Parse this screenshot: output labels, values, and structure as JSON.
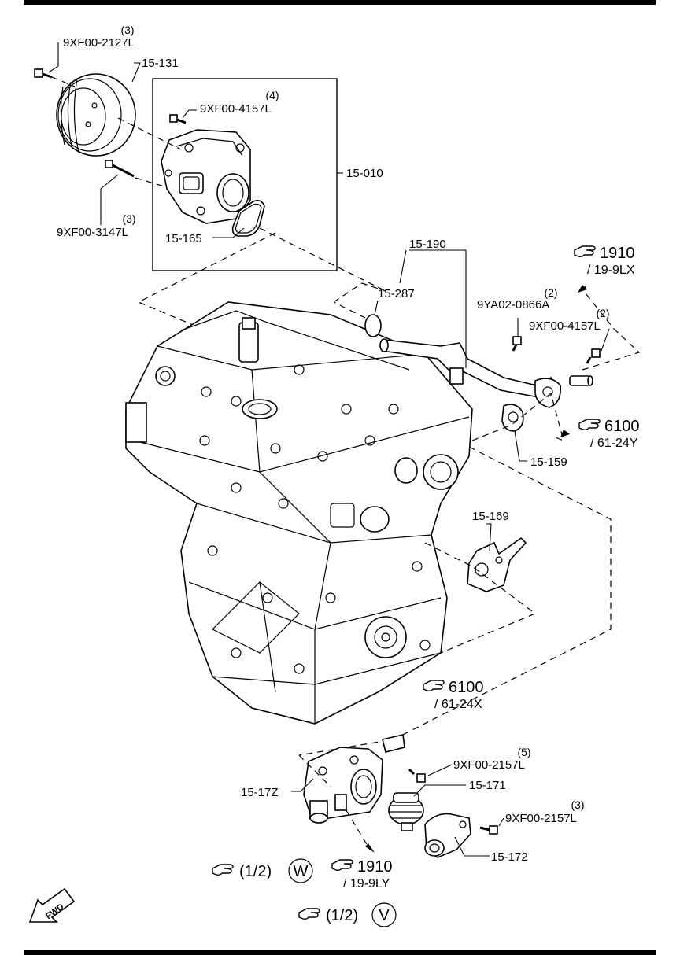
{
  "parts": {
    "bolt_2127": {
      "number": "9XF00-2127L",
      "qty": "(3)"
    },
    "pulley": {
      "number": "15-131"
    },
    "bolt_4157_pump": {
      "number": "9XF00-4157L",
      "qty": "(4)"
    },
    "water_pump": {
      "number": "15-010"
    },
    "bolt_3147": {
      "number": "9XF00-3147L",
      "qty": "(3)"
    },
    "gasket_165": {
      "number": "15-165"
    },
    "pipe": {
      "number": "15-190"
    },
    "oring": {
      "number": "15-287"
    },
    "bolt_0866": {
      "number": "9YA02-0866A",
      "qty": "(2)"
    },
    "bolt_4157_pipe": {
      "number": "9XF00-4157L",
      "qty": "(2)"
    },
    "gasket_159": {
      "number": "15-159"
    },
    "gasket_169": {
      "number": "15-169"
    },
    "thermo_housing": {
      "number": "15-17Z"
    },
    "bolt_2157_a": {
      "number": "9XF00-2157L",
      "qty": "(5)"
    },
    "thermostat": {
      "number": "15-171"
    },
    "bolt_2157_b": {
      "number": "9XF00-2157L",
      "qty": "(3)"
    },
    "cover": {
      "number": "15-172"
    }
  },
  "refs": {
    "ref_1910_top": {
      "code": "1910",
      "sub": "/ 19-9LX"
    },
    "ref_6100_right": {
      "code": "6100",
      "sub": "/ 61-24Y"
    },
    "ref_6100_mid": {
      "code": "6100",
      "sub": "/ 61-24X"
    },
    "ref_1910_bottom": {
      "code": "1910",
      "sub": "/ 19-9LY"
    },
    "ref_w": {
      "fraction": "(1/2)",
      "letter": "W"
    },
    "ref_v": {
      "fraction": "(1/2)",
      "letter": "V"
    }
  },
  "fwd": "FWD"
}
